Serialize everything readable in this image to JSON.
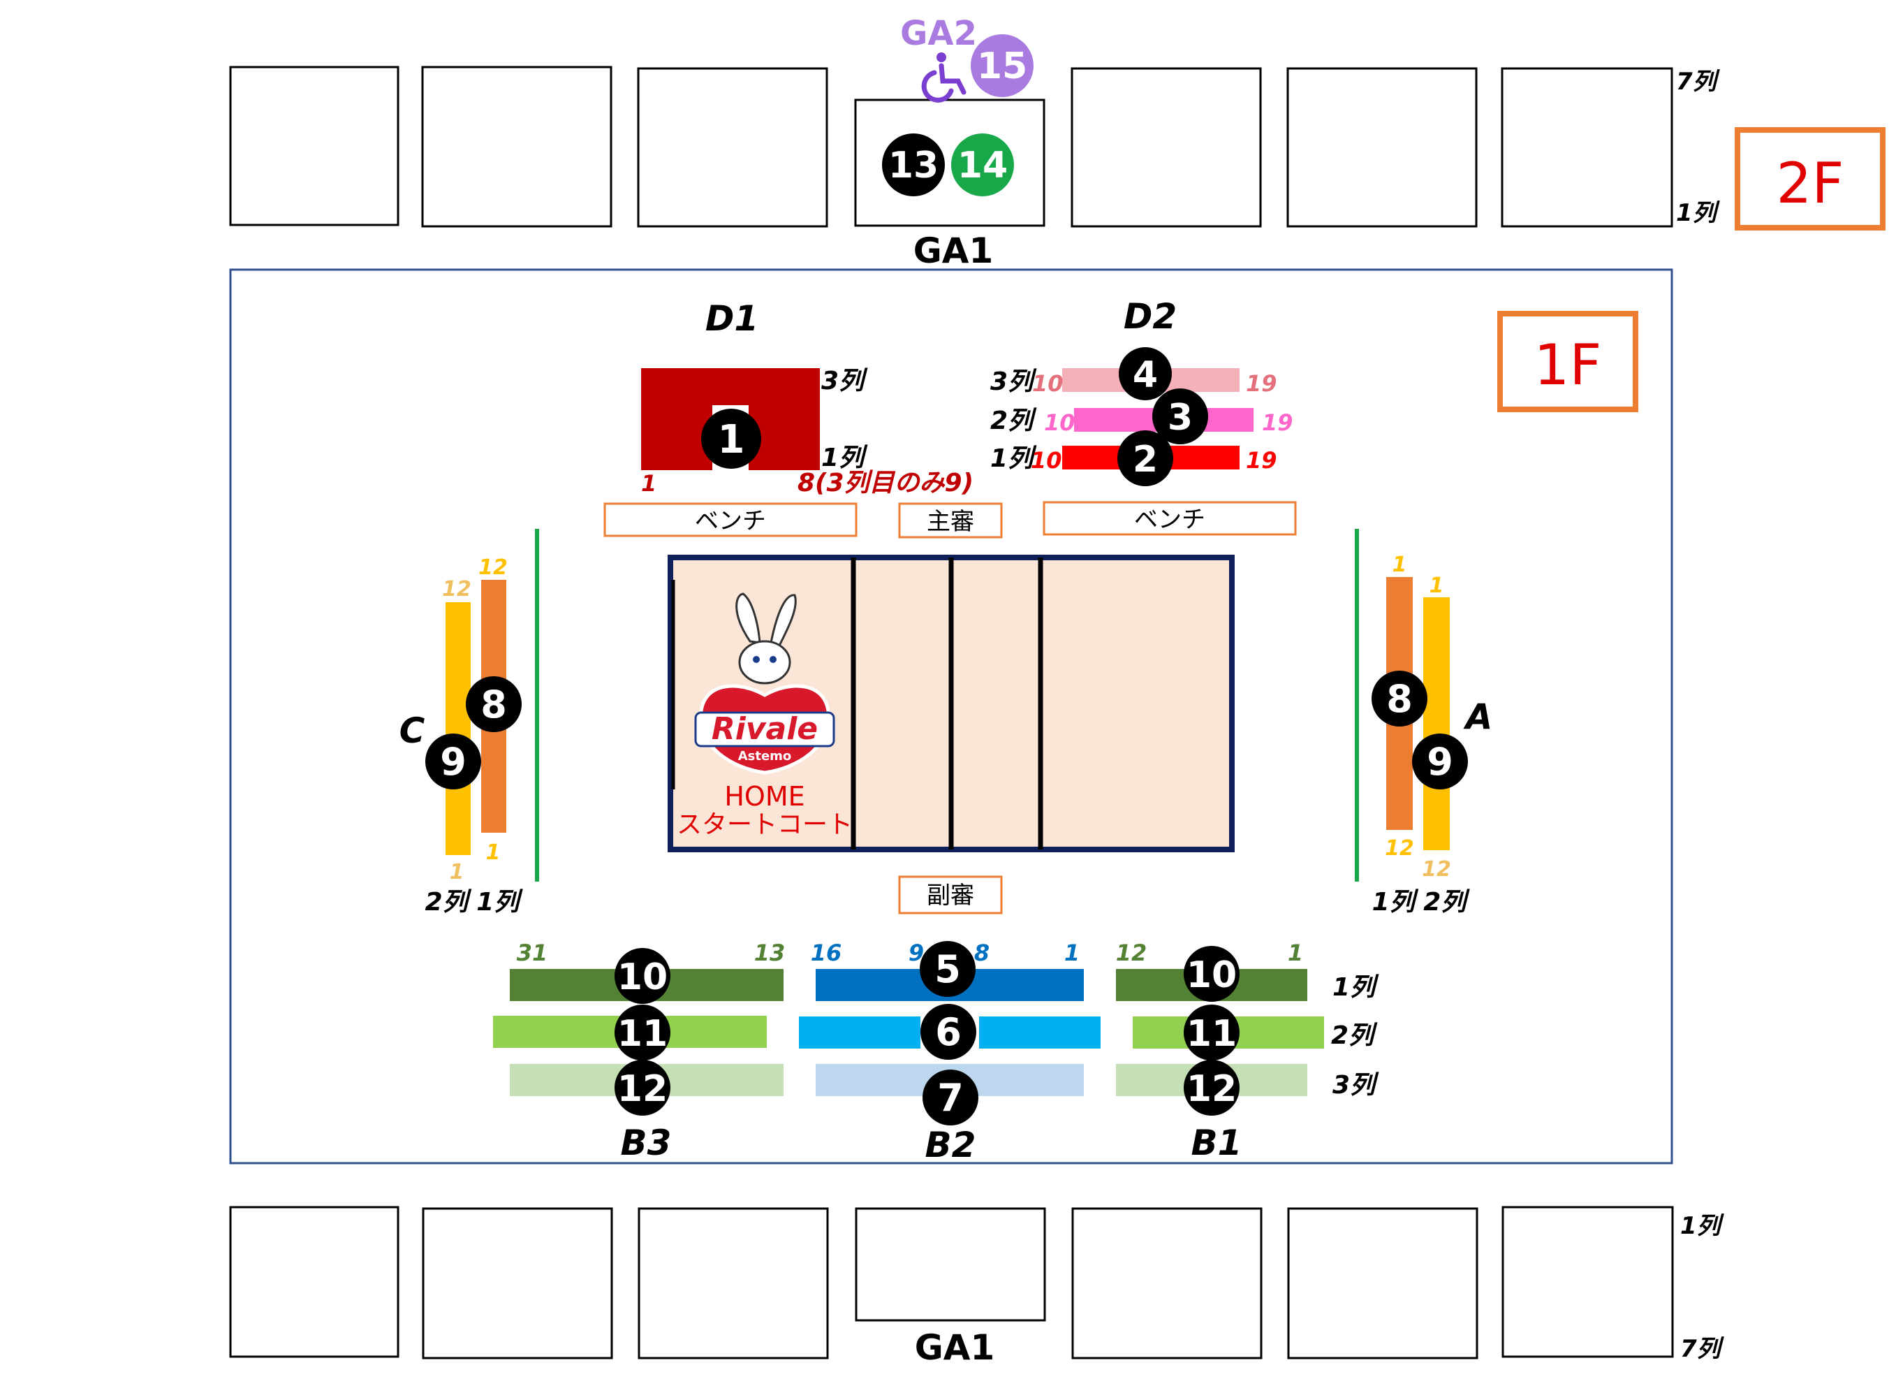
{
  "floors": {
    "second": "2F",
    "first": "1F"
  },
  "top_stand": {
    "rows_top": "7列",
    "rows_bottom": "1列",
    "center_label": "GA1",
    "ga2_label": "GA2"
  },
  "bottom_stand": {
    "rows_top": "1列",
    "rows_bottom": "7列",
    "center_label": "GA1"
  },
  "sections": {
    "d1": {
      "name": "D1",
      "row_top": "3列",
      "row_bottom": "1列",
      "seat_start": "1",
      "seat_end": "8(3列目のみ9)"
    },
    "d2": {
      "name": "D2",
      "row3": "3列",
      "row2": "2列",
      "row1": "1列",
      "row3_start": "10",
      "row3_end": "19",
      "row2_start": "10",
      "row2_end": "19",
      "row1_start": "10",
      "row1_end": "19"
    },
    "c": {
      "name": "C",
      "row_labels": "2列 1列",
      "r2_top": "12",
      "r1_top": "12",
      "r2_bottom": "1",
      "r1_bottom": "1"
    },
    "a": {
      "name": "A",
      "row_labels": "1列 2列",
      "r1_top": "1",
      "r2_top": "1",
      "r1_bottom": "12",
      "r2_bottom": "12"
    },
    "b3": {
      "name": "B3",
      "start": "31",
      "end": "13"
    },
    "b2": {
      "name": "B2",
      "left_start": "16",
      "left_end": "9",
      "right_start": "8",
      "right_end": "1"
    },
    "b1": {
      "name": "B1",
      "start": "12",
      "end": "1",
      "row1": "1列",
      "row2": "2列",
      "row3": "3列"
    }
  },
  "court": {
    "bench_left": "ベンチ",
    "bench_right": "ベンチ",
    "referee_main": "主審",
    "referee_sub": "副審",
    "home_label": "HOME",
    "home_sub": "スタートコート",
    "logo_word": "Rivale",
    "logo_sub": "Astemo"
  },
  "markers": {
    "m1": "1",
    "m2": "2",
    "m3": "3",
    "m4": "4",
    "m5": "5",
    "m6": "6",
    "m7": "7",
    "m8a": "8",
    "m9a": "9",
    "m8c": "8",
    "m9c": "9",
    "m10l": "10",
    "m11l": "11",
    "m12l": "12",
    "m10r": "10",
    "m11r": "11",
    "m12r": "12",
    "m13": "13",
    "m14": "14",
    "m15": "15"
  },
  "colors": {
    "d1_red": "#c00000",
    "d2_row1": "#ff0000",
    "d2_row2": "#ff66cc",
    "d2_row3": "#f4b2b8",
    "green_dark": "#548235",
    "green_mid": "#92d050",
    "green_light": "#c5e0b4",
    "blue_dark": "#0070c0",
    "blue_mid": "#00b0f0",
    "blue_light": "#bdd7ee",
    "orange": "#ed7d31",
    "yellow": "#ffc000",
    "court_fill": "#fbe5d6",
    "court_border": "#10205a",
    "floor_box": "#ed7d31",
    "floor_text": "#e00000",
    "hall_border": "#2f4f8f",
    "purple": "#a97be0",
    "green_circle": "#18a84a"
  }
}
